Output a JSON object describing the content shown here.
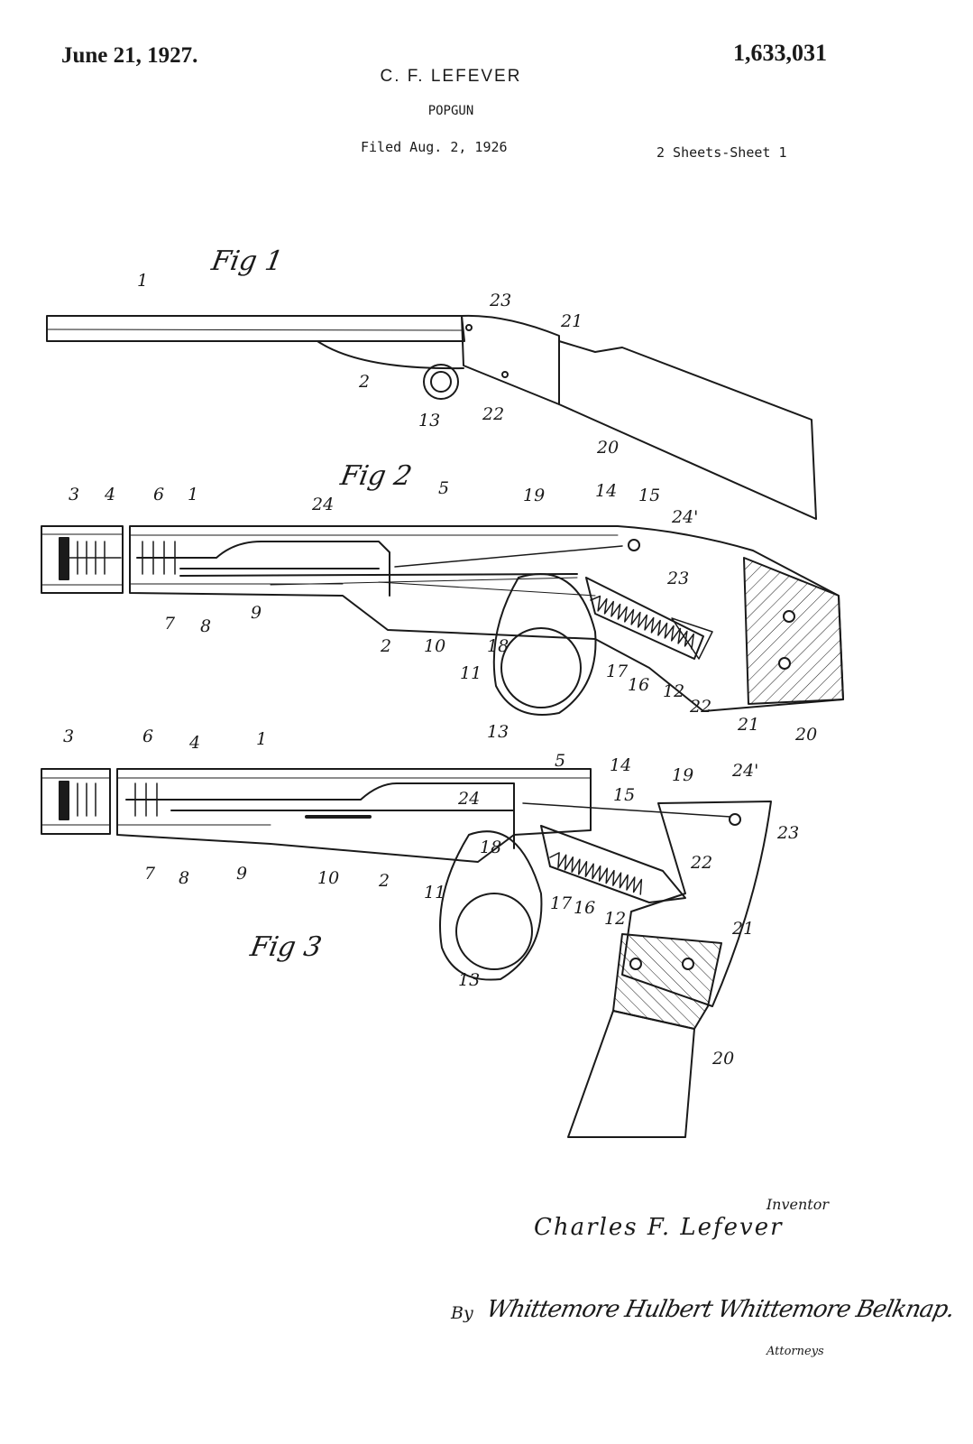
{
  "header": {
    "date": "June 21, 1927.",
    "patent_number": "1,633,031",
    "inventor": "C. F. LEFEVER",
    "title": "POPGUN",
    "filed": "Filed Aug. 2, 1926",
    "sheets": "2 Sheets-Sheet 1"
  },
  "figures": {
    "fig1": {
      "caption": "Fig 1",
      "labels": [
        "1",
        "23",
        "21",
        "2",
        "22",
        "13",
        "20"
      ]
    },
    "fig2": {
      "caption": "Fig 2",
      "labels": [
        "3",
        "4",
        "6",
        "1",
        "24",
        "5",
        "19",
        "14",
        "15",
        "24'",
        "23",
        "7",
        "8",
        "9",
        "2",
        "10",
        "18",
        "11",
        "17",
        "16",
        "12",
        "22",
        "21",
        "20",
        "13"
      ]
    },
    "fig3": {
      "caption": "Fig 3",
      "labels": [
        "3",
        "6",
        "4",
        "1",
        "5",
        "14",
        "19",
        "24'",
        "24",
        "15",
        "23",
        "7",
        "8",
        "9",
        "10",
        "2",
        "11",
        "18",
        "17",
        "16",
        "22",
        "12",
        "21",
        "13",
        "20"
      ]
    }
  },
  "signatures": {
    "inventor_label": "Inventor",
    "inventor_name": "Charles F. Lefever",
    "by_label": "By",
    "attorney_name": "Whittemore Hulbert Whittemore Belknap.",
    "attorneys_label": "Attorneys"
  }
}
